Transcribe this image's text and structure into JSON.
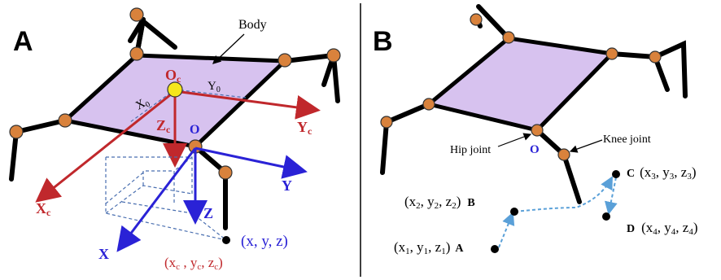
{
  "panel_a": {
    "letter": "A",
    "body_label": "Body",
    "oc_label": "O",
    "oc_sub": "c",
    "x0": "X",
    "x0_sub": "0",
    "y0": "Y",
    "y0_sub": "0",
    "zc": "Z",
    "zc_sub": "c",
    "yc": "Y",
    "yc_sub": "c",
    "xc": "X",
    "xc_sub": "c",
    "o_label": "O",
    "x_label": "X",
    "y_label": "Y",
    "z_label": "Z",
    "point_xyz": "(x, y, z)",
    "point_c_open": "(x",
    "point_c_sub1": "c",
    "point_c_mid1": " , y",
    "point_c_sub2": "c",
    "point_c_mid2": ", z",
    "point_c_sub3": "c",
    "point_c_close": ")"
  },
  "panel_b": {
    "letter": "B",
    "hip_label": "Hip joint",
    "knee_label": "Knee joint",
    "o_label": "O",
    "a": {
      "name": "A",
      "coord": "(x",
      "s1": "1",
      "y": ", y",
      "s2": "1",
      "z": ", z",
      "s3": "1",
      "end": ")"
    },
    "b": {
      "name": "B",
      "coord": "(x",
      "s1": "2",
      "y": ", y",
      "s2": "2",
      "z": ", z",
      "s3": "2",
      "end": ")"
    },
    "c": {
      "name": "C",
      "coord": "(x",
      "s1": "3",
      "y": ", y",
      "s2": "3",
      "z": ", z",
      "s3": "3",
      "end": ")"
    },
    "d": {
      "name": "D",
      "coord": "(x",
      "s1": "4",
      "y": ", y",
      "s2": "4",
      "z": ", z",
      "s3": "4",
      "end": ")"
    }
  },
  "colors": {
    "body_fill": "#d7c2ef",
    "joint": "#d9823c",
    "frame_c": "#c0282c",
    "frame_o": "#2a22d6",
    "origin_marker": "#f5e61c",
    "trajectory": "#5aa0d8"
  }
}
